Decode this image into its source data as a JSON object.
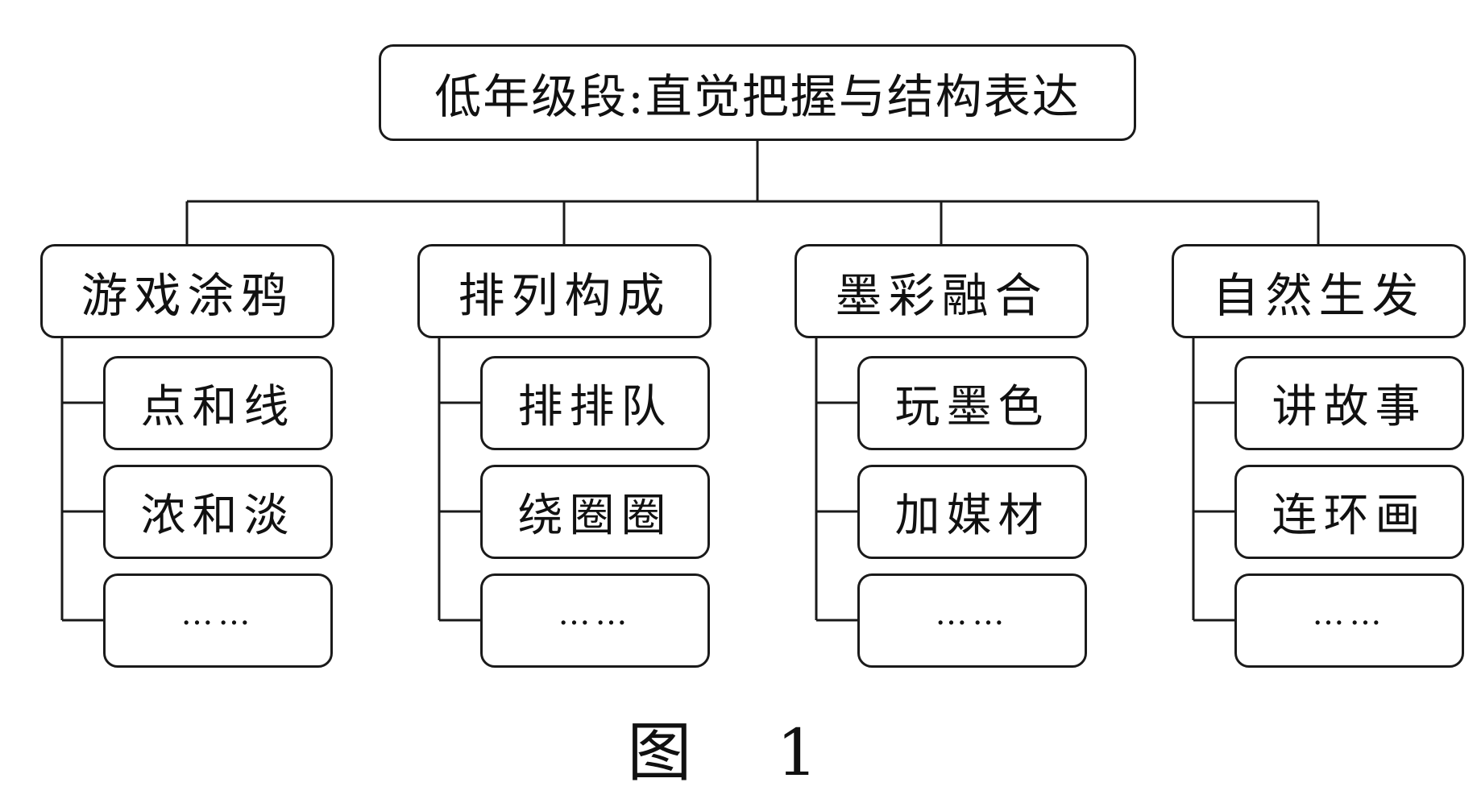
{
  "diagram": {
    "root": {
      "label": "低年级段:直觉把握与结构表达"
    },
    "categories": [
      {
        "label": "游戏涂鸦",
        "items": [
          "点和线",
          "浓和淡",
          "……"
        ]
      },
      {
        "label": "排列构成",
        "items": [
          "排排队",
          "绕圈圈",
          "……"
        ]
      },
      {
        "label": "墨彩融合",
        "items": [
          "玩墨色",
          "加媒材",
          "……"
        ]
      },
      {
        "label": "自然生发",
        "items": [
          "讲故事",
          "连环画",
          "……"
        ]
      }
    ],
    "caption": "图 1",
    "colors": {
      "line": "#1a1a1a",
      "background": "#ffffff"
    }
  }
}
